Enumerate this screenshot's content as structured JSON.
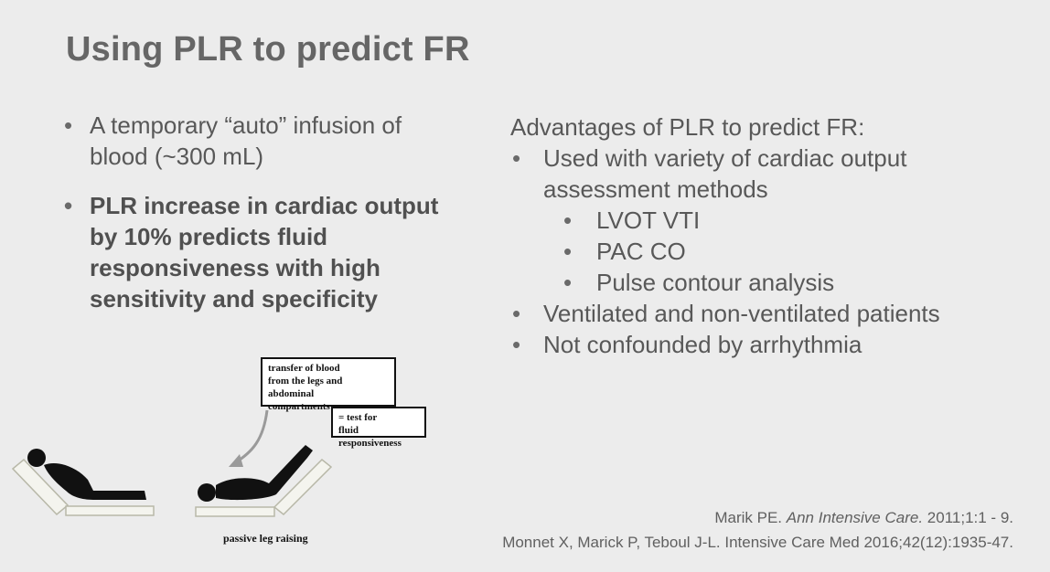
{
  "slide": {
    "title": "Using PLR to predict FR",
    "left_bullets": [
      {
        "text": "A temporary “auto” infusion of blood (~300 mL)"
      },
      {
        "text": "PLR increase in cardiac output by 10% predicts fluid responsiveness with high sensitivity and specificity"
      }
    ],
    "right": {
      "heading": "Advantages of PLR to predict FR:",
      "bullet1": "Used with variety of cardiac output assessment methods",
      "sub_bullets": [
        "LVOT VTI",
        "PAC CO",
        "Pulse contour analysis"
      ],
      "bullet2": "Ventilated and non-ventilated patients",
      "bullet3": "Not confounded by arrhythmia"
    },
    "figure": {
      "box1_line1": "transfer of blood",
      "box1_line2": "from the legs and abdominal",
      "box1_line3": "compartments",
      "box2_line1": "= test for",
      "box2_line2": "fluid responsiveness",
      "caption": "passive leg raising"
    },
    "refs": {
      "ref1_author": "Marik PE.",
      "ref1_journal": "Ann Intensive Care.",
      "ref1_rest": "2011;1:1 - 9.",
      "ref2": "Monnet X, Marick P, Teboul J-L. Intensive Care Med 2016;42(12):1935-47."
    }
  }
}
